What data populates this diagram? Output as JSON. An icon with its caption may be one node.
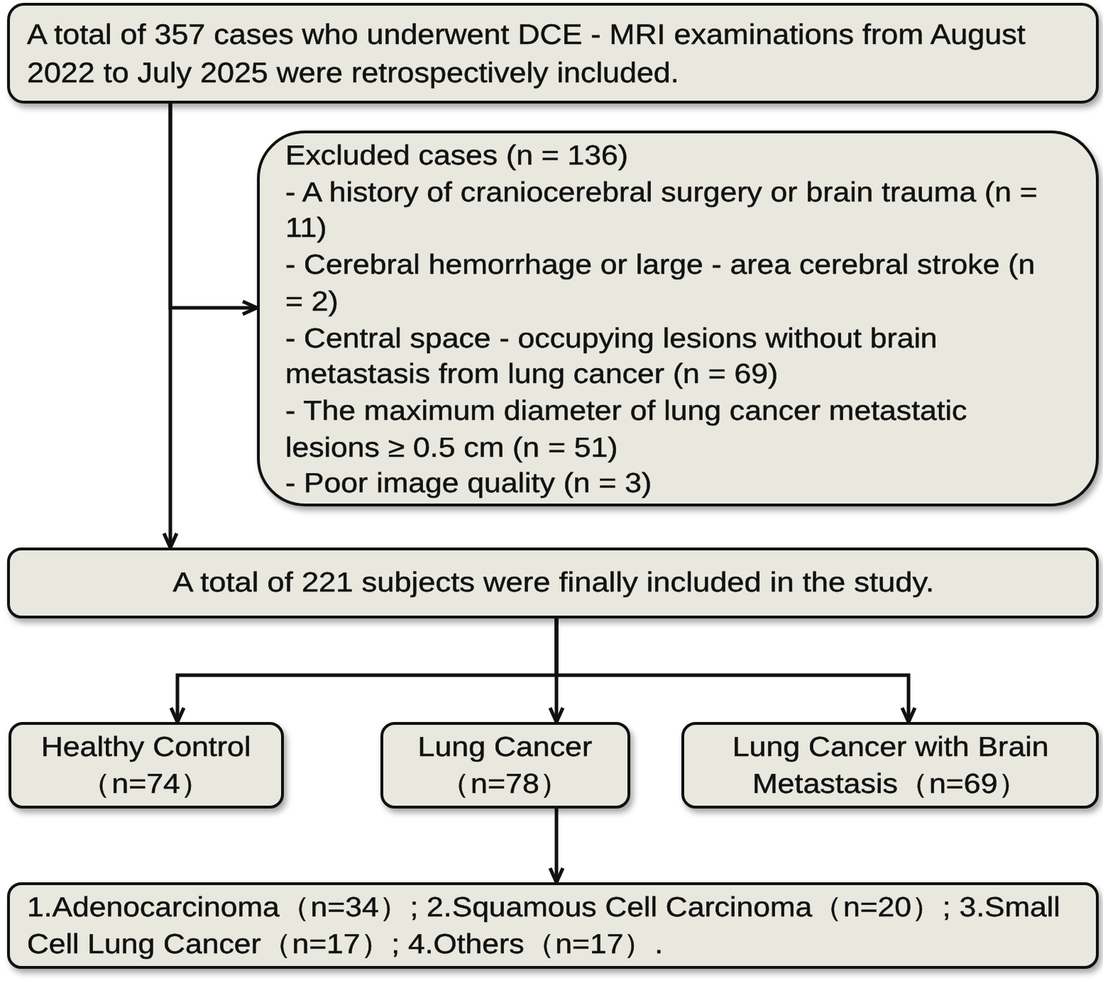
{
  "diagram": {
    "nodes": [
      {
        "text": [
          "A total of 357 cases who underwent DCE - MRI examinations from August 2022 to July 2025 were retrospectively included."
        ]
      },
      {
        "text": [
          "Excluded cases (n = 136)",
          "- A history of craniocerebral surgery or brain trauma (n = 11)",
          "- Cerebral hemorrhage or large - area cerebral stroke (n = 2)",
          "- Central space - occupying lesions without brain metastasis from lung cancer (n = 69)",
          "- The maximum diameter of lung cancer metastatic lesions ≥ 0.5 cm (n = 51)",
          "- Poor image quality (n = 3)"
        ]
      },
      {
        "text": [
          "A total of 221 subjects were finally included in the study."
        ]
      },
      {
        "text": [
          "Healthy Control （n=74）"
        ]
      },
      {
        "text": [
          "Lung Cancer （n=78）"
        ]
      },
      {
        "text": [
          "Lung Cancer with Brain Metastasis（n=69）"
        ]
      },
      {
        "text": [
          "1.Adenocarcinoma（n=34）; 2.Squamous Cell Carcinoma（n=20）; 3.Small Cell Lung Cancer（n=17）; 4.Others（n=17）."
        ]
      }
    ],
    "edges": [
      {
        "from": 0,
        "to": 1,
        "arrow": "to"
      },
      {
        "from": 0,
        "to": 2,
        "arrow": "to"
      },
      {
        "from": 2,
        "to": 3,
        "arrow": "to"
      },
      {
        "from": 2,
        "to": 4,
        "arrow": "to"
      },
      {
        "from": 2,
        "to": 5,
        "arrow": "to"
      },
      {
        "from": 4,
        "to": 6,
        "arrow": "to"
      }
    ]
  }
}
